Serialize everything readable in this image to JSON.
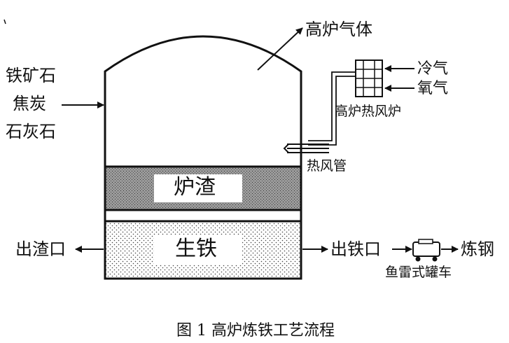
{
  "diagram": {
    "labels": {
      "gas": "高炉气体",
      "ore": "铁矿石",
      "coke": "焦炭",
      "limestone": "石灰石",
      "cold_air": "冷气",
      "oxygen": "氧气",
      "hot_stove": "高炉热风炉",
      "hot_blast_pipe": "热风管",
      "slag": "炉渣",
      "pig_iron": "生铁",
      "slag_outlet": "出渣口",
      "iron_outlet": "出铁口",
      "steelmaking": "炼钢",
      "torpedo_car": "鱼雷式罐车"
    },
    "caption": "图 1 高炉炼铁工艺流程"
  }
}
